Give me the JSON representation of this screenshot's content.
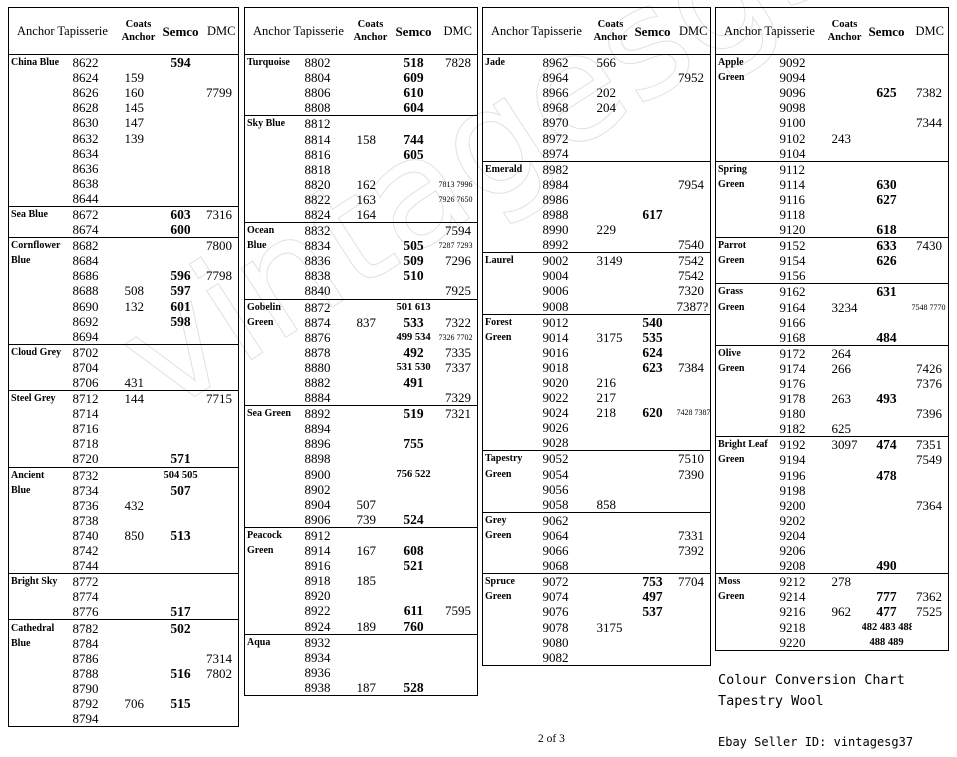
{
  "headers": {
    "anchor": "Anchor Tapisserie",
    "coats": "Coats Anchor",
    "semco": "Semco",
    "dmc": "DMC"
  },
  "watermark": "vintagesg37",
  "footer": {
    "title_line1": "Colour Conversion Chart",
    "title_line2": "Tapestry Wool",
    "seller": "Ebay Seller ID: vintagesg37",
    "page": "2 of 3"
  },
  "columns": [
    [
      {
        "name": [
          "China Blue"
        ],
        "rows": [
          [
            "8622",
            "",
            "594",
            ""
          ],
          [
            "8624",
            "159",
            "",
            ""
          ],
          [
            "8626",
            "160",
            "",
            "7799"
          ],
          [
            "8628",
            "145",
            "",
            ""
          ],
          [
            "8630",
            "147",
            "",
            ""
          ],
          [
            "8632",
            "139",
            "",
            ""
          ],
          [
            "8634",
            "",
            "",
            ""
          ],
          [
            "8636",
            "",
            "",
            ""
          ],
          [
            "8638",
            "",
            "",
            ""
          ],
          [
            "8644",
            "",
            "",
            ""
          ]
        ]
      },
      {
        "name": [
          "Sea Blue"
        ],
        "rows": [
          [
            "8672",
            "",
            "603",
            "7316"
          ],
          [
            "8674",
            "",
            "600",
            ""
          ]
        ]
      },
      {
        "name": [
          "Cornflower",
          "Blue"
        ],
        "rows": [
          [
            "8682",
            "",
            "",
            "7800"
          ],
          [
            "8684",
            "",
            "",
            ""
          ],
          [
            "8686",
            "",
            "596",
            "7798"
          ],
          [
            "8688",
            "508",
            "597",
            ""
          ],
          [
            "8690",
            "132",
            "601",
            ""
          ],
          [
            "8692",
            "",
            "598",
            ""
          ],
          [
            "8694",
            "",
            "",
            ""
          ]
        ]
      },
      {
        "name": [
          "Cloud Grey"
        ],
        "rows": [
          [
            "8702",
            "",
            "",
            ""
          ],
          [
            "8704",
            "",
            "",
            ""
          ],
          [
            "8706",
            "431",
            "",
            ""
          ]
        ]
      },
      {
        "name": [
          "Steel Grey"
        ],
        "rows": [
          [
            "8712",
            "144",
            "",
            "7715"
          ],
          [
            "8714",
            "",
            "",
            ""
          ],
          [
            "8716",
            "",
            "",
            ""
          ],
          [
            "8718",
            "",
            "",
            ""
          ],
          [
            "8720",
            "",
            "571",
            ""
          ]
        ]
      },
      {
        "name": [
          "Ancient",
          "Blue"
        ],
        "rows": [
          [
            "8732",
            "",
            "504 505",
            ""
          ],
          [
            "8734",
            "",
            "507",
            ""
          ],
          [
            "8736",
            "432",
            "",
            ""
          ],
          [
            "8738",
            "",
            "",
            ""
          ],
          [
            "8740",
            "850",
            "513",
            ""
          ],
          [
            "8742",
            "",
            "",
            ""
          ],
          [
            "8744",
            "",
            "",
            ""
          ]
        ]
      },
      {
        "name": [
          "Bright Sky"
        ],
        "rows": [
          [
            "8772",
            "",
            "",
            ""
          ],
          [
            "8774",
            "",
            "",
            ""
          ],
          [
            "8776",
            "",
            "517",
            ""
          ]
        ]
      },
      {
        "name": [
          "Cathedral",
          "Blue"
        ],
        "rows": [
          [
            "8782",
            "",
            "502",
            ""
          ],
          [
            "8784",
            "",
            "",
            ""
          ],
          [
            "8786",
            "",
            "",
            "7314"
          ],
          [
            "8788",
            "",
            "516",
            "7802"
          ],
          [
            "8790",
            "",
            "",
            ""
          ],
          [
            "8792",
            "706",
            "515",
            ""
          ],
          [
            "8794",
            "",
            "",
            ""
          ]
        ]
      }
    ],
    [
      {
        "name": [
          "Turquoise"
        ],
        "rows": [
          [
            "8802",
            "",
            "518",
            "7828"
          ],
          [
            "8804",
            "",
            "609",
            ""
          ],
          [
            "8806",
            "",
            "610",
            ""
          ],
          [
            "8808",
            "",
            "604",
            ""
          ]
        ]
      },
      {
        "name": [
          "Sky Blue"
        ],
        "rows": [
          [
            "8812",
            "",
            "",
            ""
          ],
          [
            "8814",
            "158",
            "744",
            ""
          ],
          [
            "8816",
            "",
            "605",
            ""
          ],
          [
            "8818",
            "",
            "",
            ""
          ],
          [
            "8820",
            "162",
            "",
            "7813 7996"
          ],
          [
            "8822",
            "163",
            "",
            "7926 7650"
          ],
          [
            "8824",
            "164",
            "",
            ""
          ]
        ]
      },
      {
        "name": [
          "Ocean",
          "Blue"
        ],
        "rows": [
          [
            "8832",
            "",
            "",
            "7594"
          ],
          [
            "8834",
            "",
            "505",
            "7287 7293"
          ],
          [
            "8836",
            "",
            "509",
            "7296"
          ],
          [
            "8838",
            "",
            "510",
            ""
          ],
          [
            "8840",
            "",
            "",
            "7925"
          ]
        ]
      },
      {
        "name": [
          "Gobelin",
          "Green"
        ],
        "rows": [
          [
            "8872",
            "",
            "501 613",
            ""
          ],
          [
            "8874",
            "837",
            "533",
            "7322"
          ],
          [
            "8876",
            "",
            "499 534",
            "7326 7702"
          ],
          [
            "8878",
            "",
            "492",
            "7335"
          ],
          [
            "8880",
            "",
            "531 530",
            "7337"
          ],
          [
            "8882",
            "",
            "491",
            ""
          ],
          [
            "8884",
            "",
            "",
            "7329"
          ]
        ]
      },
      {
        "name": [
          "Sea Green"
        ],
        "rows": [
          [
            "8892",
            "",
            "519",
            "7321"
          ],
          [
            "8894",
            "",
            "",
            ""
          ],
          [
            "8896",
            "",
            "755",
            ""
          ],
          [
            "8898",
            "",
            "",
            ""
          ],
          [
            "8900",
            "",
            "756 522",
            ""
          ],
          [
            "8902",
            "",
            "",
            ""
          ],
          [
            "8904",
            "507",
            "",
            ""
          ],
          [
            "8906",
            "739",
            "524",
            ""
          ]
        ]
      },
      {
        "name": [
          "Peacock",
          "Green"
        ],
        "rows": [
          [
            "8912",
            "",
            "",
            ""
          ],
          [
            "8914",
            "167",
            "608",
            ""
          ],
          [
            "8916",
            "",
            "521",
            ""
          ],
          [
            "8918",
            "185",
            "",
            ""
          ],
          [
            "8920",
            "",
            "",
            ""
          ],
          [
            "8922",
            "",
            "611",
            "7595"
          ],
          [
            "8924",
            "189",
            "760",
            ""
          ]
        ]
      },
      {
        "name": [
          "Aqua"
        ],
        "rows": [
          [
            "8932",
            "",
            "",
            ""
          ],
          [
            "8934",
            "",
            "",
            ""
          ],
          [
            "8936",
            "",
            "",
            ""
          ],
          [
            "8938",
            "187",
            "528",
            ""
          ]
        ]
      }
    ],
    [
      {
        "name": [
          "Jade"
        ],
        "rows": [
          [
            "8962",
            "566",
            "",
            ""
          ],
          [
            "8964",
            "",
            "",
            "7952"
          ],
          [
            "8966",
            "202",
            "",
            ""
          ],
          [
            "8968",
            "204",
            "",
            ""
          ],
          [
            "8970",
            "",
            "",
            ""
          ],
          [
            "8972",
            "",
            "",
            ""
          ],
          [
            "8974",
            "",
            "",
            ""
          ]
        ]
      },
      {
        "name": [
          "Emerald"
        ],
        "rows": [
          [
            "8982",
            "",
            "",
            ""
          ],
          [
            "8984",
            "",
            "",
            "7954"
          ],
          [
            "8986",
            "",
            "",
            ""
          ],
          [
            "8988",
            "",
            "617",
            ""
          ],
          [
            "8990",
            "229",
            "",
            ""
          ],
          [
            "8992",
            "",
            "",
            "7540"
          ]
        ]
      },
      {
        "name": [
          "Laurel"
        ],
        "rows": [
          [
            "9002",
            "3149",
            "",
            "7542"
          ],
          [
            "9004",
            "",
            "",
            "7542"
          ],
          [
            "9006",
            "",
            "",
            "7320"
          ],
          [
            "9008",
            "",
            "",
            "7387?"
          ]
        ]
      },
      {
        "name": [
          "Forest",
          "Green"
        ],
        "rows": [
          [
            "9012",
            "",
            "540",
            ""
          ],
          [
            "9014",
            "3175",
            "535",
            ""
          ],
          [
            "9016",
            "",
            "624",
            ""
          ],
          [
            "9018",
            "",
            "623",
            "7384"
          ],
          [
            "9020",
            "216",
            "",
            ""
          ],
          [
            "9022",
            "217",
            "",
            ""
          ],
          [
            "9024",
            "218",
            "620",
            "7428 7387"
          ],
          [
            "9026",
            "",
            "",
            ""
          ],
          [
            "9028",
            "",
            "",
            ""
          ]
        ]
      },
      {
        "name": [
          "Tapestry",
          "Green"
        ],
        "rows": [
          [
            "9052",
            "",
            "",
            "7510"
          ],
          [
            "9054",
            "",
            "",
            "7390"
          ],
          [
            "9056",
            "",
            "",
            ""
          ],
          [
            "9058",
            "858",
            "",
            ""
          ]
        ]
      },
      {
        "name": [
          "Grey",
          "Green"
        ],
        "rows": [
          [
            "9062",
            "",
            "",
            ""
          ],
          [
            "9064",
            "",
            "",
            "7331"
          ],
          [
            "9066",
            "",
            "",
            "7392"
          ],
          [
            "9068",
            "",
            "",
            ""
          ]
        ]
      },
      {
        "name": [
          "Spruce",
          "Green"
        ],
        "rows": [
          [
            "9072",
            "",
            "753",
            "7704"
          ],
          [
            "9074",
            "",
            "497",
            ""
          ],
          [
            "9076",
            "",
            "537",
            ""
          ],
          [
            "9078",
            "3175",
            "",
            ""
          ],
          [
            "9080",
            "",
            "",
            ""
          ],
          [
            "9082",
            "",
            "",
            ""
          ]
        ]
      }
    ],
    [
      {
        "name": [
          "Apple",
          "Green"
        ],
        "rows": [
          [
            "9092",
            "",
            "",
            ""
          ],
          [
            "9094",
            "",
            "",
            ""
          ],
          [
            "9096",
            "",
            "625",
            "7382"
          ],
          [
            "9098",
            "",
            "",
            ""
          ],
          [
            "9100",
            "",
            "",
            "7344"
          ],
          [
            "9102",
            "243",
            "",
            ""
          ],
          [
            "9104",
            "",
            "",
            ""
          ]
        ]
      },
      {
        "name": [
          "Spring",
          "Green"
        ],
        "rows": [
          [
            "9112",
            "",
            "",
            ""
          ],
          [
            "9114",
            "",
            "630",
            ""
          ],
          [
            "9116",
            "",
            "627",
            ""
          ],
          [
            "9118",
            "",
            "",
            ""
          ],
          [
            "9120",
            "",
            "618",
            ""
          ]
        ]
      },
      {
        "name": [
          "Parrot",
          "Green"
        ],
        "rows": [
          [
            "9152",
            "",
            "633",
            "7430"
          ],
          [
            "9154",
            "",
            "626",
            ""
          ],
          [
            "9156",
            "",
            "",
            ""
          ]
        ]
      },
      {
        "name": [
          "Grass",
          "Green"
        ],
        "rows": [
          [
            "9162",
            "",
            "631",
            ""
          ],
          [
            "9164",
            "3234",
            "",
            "7548 7770"
          ],
          [
            "9166",
            "",
            "",
            ""
          ],
          [
            "9168",
            "",
            "484",
            ""
          ]
        ]
      },
      {
        "name": [
          "Olive",
          "Green"
        ],
        "rows": [
          [
            "9172",
            "264",
            "",
            ""
          ],
          [
            "9174",
            "266",
            "",
            "7426"
          ],
          [
            "9176",
            "",
            "",
            "7376"
          ],
          [
            "9178",
            "263",
            "493",
            ""
          ],
          [
            "9180",
            "",
            "",
            "7396"
          ],
          [
            "9182",
            "625",
            "",
            ""
          ]
        ]
      },
      {
        "name": [
          "Bright Leaf",
          "Green"
        ],
        "rows": [
          [
            "9192",
            "3097",
            "474",
            "7351"
          ],
          [
            "9194",
            "",
            "",
            "7549"
          ],
          [
            "9196",
            "",
            "478",
            ""
          ],
          [
            "9198",
            "",
            "",
            ""
          ],
          [
            "9200",
            "",
            "",
            "7364"
          ],
          [
            "9202",
            "",
            "",
            ""
          ],
          [
            "9204",
            "",
            "",
            ""
          ],
          [
            "9206",
            "",
            "",
            ""
          ],
          [
            "9208",
            "",
            "490",
            ""
          ]
        ]
      },
      {
        "name": [
          "Moss",
          "Green"
        ],
        "rows": [
          [
            "9212",
            "278",
            "",
            ""
          ],
          [
            "9214",
            "",
            "777",
            "7362"
          ],
          [
            "9216",
            "962",
            "477",
            "7525"
          ],
          [
            "9218",
            "",
            "482 483 488",
            ""
          ],
          [
            "9220",
            "",
            "488 489",
            ""
          ]
        ]
      }
    ]
  ]
}
